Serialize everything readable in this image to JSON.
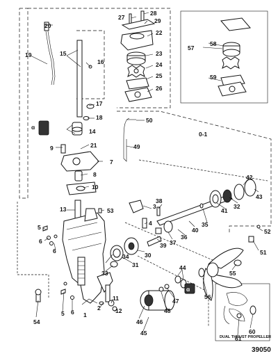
{
  "figure_number": "39050",
  "inset_dual_thrust_label": "DUAL THRUST PROPELLER",
  "callout_seal_symbol": "ɑ",
  "callouts": [
    {
      "id": "c20",
      "text": "20"
    },
    {
      "id": "c19",
      "text": "19"
    },
    {
      "id": "c15",
      "text": "15"
    },
    {
      "id": "c16",
      "text": "16"
    },
    {
      "id": "c17",
      "text": "17"
    },
    {
      "id": "c18",
      "text": "18"
    },
    {
      "id": "c14",
      "text": "14"
    },
    {
      "id": "c9",
      "text": "9"
    },
    {
      "id": "c21",
      "text": "21"
    },
    {
      "id": "c7",
      "text": "7"
    },
    {
      "id": "c8",
      "text": "8"
    },
    {
      "id": "c10",
      "text": "10"
    },
    {
      "id": "c13",
      "text": "13"
    },
    {
      "id": "c53",
      "text": "53"
    },
    {
      "id": "c27",
      "text": "27"
    },
    {
      "id": "c28",
      "text": "28"
    },
    {
      "id": "c29",
      "text": "29"
    },
    {
      "id": "c22",
      "text": "22"
    },
    {
      "id": "c23",
      "text": "23"
    },
    {
      "id": "c24",
      "text": "24"
    },
    {
      "id": "c25",
      "text": "25"
    },
    {
      "id": "c26",
      "text": "26"
    },
    {
      "id": "c57",
      "text": "57"
    },
    {
      "id": "c58",
      "text": "58"
    },
    {
      "id": "c59",
      "text": "59"
    },
    {
      "id": "c50",
      "text": "50"
    },
    {
      "id": "c49",
      "text": "49"
    },
    {
      "id": "c01",
      "text": "0-1"
    },
    {
      "id": "c3",
      "text": "3"
    },
    {
      "id": "c38",
      "text": "38"
    },
    {
      "id": "c4",
      "text": "4"
    },
    {
      "id": "c5a",
      "text": "5"
    },
    {
      "id": "c6a",
      "text": "6"
    },
    {
      "id": "c6b",
      "text": "6"
    },
    {
      "id": "c42",
      "text": "42"
    },
    {
      "id": "c43",
      "text": "43"
    },
    {
      "id": "c32",
      "text": "32"
    },
    {
      "id": "c41",
      "text": "41"
    },
    {
      "id": "c35",
      "text": "35"
    },
    {
      "id": "c40",
      "text": "40"
    },
    {
      "id": "c36",
      "text": "36"
    },
    {
      "id": "c37",
      "text": "37"
    },
    {
      "id": "c39",
      "text": "39"
    },
    {
      "id": "c30",
      "text": "30"
    },
    {
      "id": "c31",
      "text": "31"
    },
    {
      "id": "c34",
      "text": "34"
    },
    {
      "id": "c33",
      "text": "33"
    },
    {
      "id": "c52",
      "text": "52"
    },
    {
      "id": "c51",
      "text": "51"
    },
    {
      "id": "c55",
      "text": "55"
    },
    {
      "id": "c44",
      "text": "44"
    },
    {
      "id": "c56",
      "text": "56"
    },
    {
      "id": "c47",
      "text": "47"
    },
    {
      "id": "c48",
      "text": "48"
    },
    {
      "id": "c46",
      "text": "46"
    },
    {
      "id": "c45",
      "text": "45"
    },
    {
      "id": "c11",
      "text": "11"
    },
    {
      "id": "c2",
      "text": "2"
    },
    {
      "id": "c12",
      "text": "12"
    },
    {
      "id": "c1",
      "text": "1"
    },
    {
      "id": "c5b",
      "text": "5"
    },
    {
      "id": "c6c",
      "text": "6"
    },
    {
      "id": "c54",
      "text": "54"
    },
    {
      "id": "c60",
      "text": "60"
    },
    {
      "id": "c61",
      "text": "61"
    }
  ]
}
